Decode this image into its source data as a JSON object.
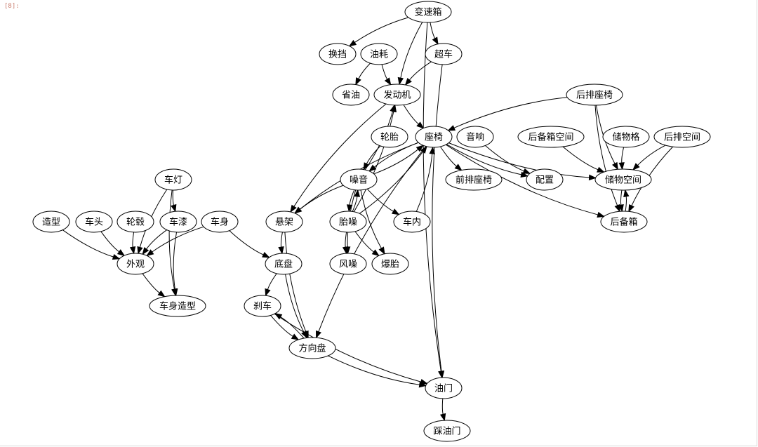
{
  "cell": {
    "prompt": "[8]:"
  },
  "diagram": {
    "nodes": [
      {
        "id": "biansuxiang",
        "label": "变速箱"
      },
      {
        "id": "huandang",
        "label": "换挡"
      },
      {
        "id": "youhao",
        "label": "油耗"
      },
      {
        "id": "chaoche",
        "label": "超车"
      },
      {
        "id": "shengyou",
        "label": "省油"
      },
      {
        "id": "fadongji",
        "label": "发动机"
      },
      {
        "id": "houpaizuoyi",
        "label": "后排座椅"
      },
      {
        "id": "luntai",
        "label": "轮胎"
      },
      {
        "id": "zuoyi",
        "label": "座椅"
      },
      {
        "id": "yinxiang",
        "label": "音响"
      },
      {
        "id": "houbeixiangkongjian",
        "label": "后备箱空间"
      },
      {
        "id": "chuwuge",
        "label": "储物格"
      },
      {
        "id": "houpaikongjian",
        "label": "后排空间"
      },
      {
        "id": "chedeng",
        "label": "车灯"
      },
      {
        "id": "zaoyin",
        "label": "噪音"
      },
      {
        "id": "qianpaizuoyi",
        "label": "前排座椅"
      },
      {
        "id": "peizhi",
        "label": "配置"
      },
      {
        "id": "chuwukongjian",
        "label": "储物空间"
      },
      {
        "id": "zaoxing",
        "label": "造型"
      },
      {
        "id": "chetou",
        "label": "车头"
      },
      {
        "id": "lungu",
        "label": "轮毂"
      },
      {
        "id": "chexi",
        "label": "车漆"
      },
      {
        "id": "cheshen",
        "label": "车身"
      },
      {
        "id": "xuanjia",
        "label": "悬架"
      },
      {
        "id": "taizao",
        "label": "胎噪"
      },
      {
        "id": "chenei",
        "label": "车内"
      },
      {
        "id": "houbeixiang",
        "label": "后备箱"
      },
      {
        "id": "waiguan",
        "label": "外观"
      },
      {
        "id": "dipan",
        "label": "底盘"
      },
      {
        "id": "fengzao",
        "label": "风噪"
      },
      {
        "id": "baotai",
        "label": "爆胎"
      },
      {
        "id": "cheshenzaoxing",
        "label": "车身造型"
      },
      {
        "id": "shache",
        "label": "刹车"
      },
      {
        "id": "fangxiangpan",
        "label": "方向盘"
      },
      {
        "id": "youmen",
        "label": "油门"
      },
      {
        "id": "caiyoumen",
        "label": "踩油门"
      }
    ],
    "edges": [
      {
        "from": "biansuxiang",
        "to": "huandang"
      },
      {
        "from": "biansuxiang",
        "to": "fadongji"
      },
      {
        "from": "biansuxiang",
        "to": "chaoche"
      },
      {
        "from": "biansuxiang",
        "to": "youmen"
      },
      {
        "from": "youhao",
        "to": "shengyou"
      },
      {
        "from": "youhao",
        "to": "fadongji"
      },
      {
        "from": "chaoche",
        "to": "fadongji"
      },
      {
        "from": "chaoche",
        "to": "youmen"
      },
      {
        "from": "fadongji",
        "to": "zuoyi"
      },
      {
        "from": "fadongji",
        "to": "xuanjia"
      },
      {
        "from": "houpaizuoyi",
        "to": "zuoyi"
      },
      {
        "from": "houpaizuoyi",
        "to": "chuwukongjian"
      },
      {
        "from": "houpaizuoyi",
        "to": "houbeixiang"
      },
      {
        "from": "luntai",
        "to": "zaoyin"
      },
      {
        "from": "zuoyi",
        "to": "zaoyin"
      },
      {
        "from": "zuoyi",
        "to": "qianpaizuoyi"
      },
      {
        "from": "zuoyi",
        "to": "peizhi"
      },
      {
        "from": "zuoyi",
        "to": "chuwukongjian"
      },
      {
        "from": "zuoyi",
        "to": "houbeixiang"
      },
      {
        "from": "zuoyi",
        "to": "xuanjia"
      },
      {
        "from": "zuoyi",
        "to": "fangxiangpan"
      },
      {
        "from": "yinxiang",
        "to": "peizhi"
      },
      {
        "from": "houbeixiangkongjian",
        "to": "chuwukongjian"
      },
      {
        "from": "chuwuge",
        "to": "chuwukongjian"
      },
      {
        "from": "houpaikongjian",
        "to": "chuwukongjian"
      },
      {
        "from": "houpaikongjian",
        "to": "houbeixiang"
      },
      {
        "from": "chuwukongjian",
        "to": "houbeixiang"
      },
      {
        "from": "houbeixiang",
        "to": "chuwukongjian"
      },
      {
        "from": "zaoyin",
        "to": "zuoyi"
      },
      {
        "from": "zaoyin",
        "to": "fadongji"
      },
      {
        "from": "zaoyin",
        "to": "xuanjia"
      },
      {
        "from": "zaoyin",
        "to": "taizao"
      },
      {
        "from": "zaoyin",
        "to": "fengzao"
      },
      {
        "from": "zaoyin",
        "to": "chenei"
      },
      {
        "from": "zaoyin",
        "to": "baotai"
      },
      {
        "from": "taizao",
        "to": "zaoyin"
      },
      {
        "from": "taizao",
        "to": "fadongji"
      },
      {
        "from": "taizao",
        "to": "zuoyi"
      },
      {
        "from": "taizao",
        "to": "fengzao"
      },
      {
        "from": "taizao",
        "to": "baotai"
      },
      {
        "from": "chenei",
        "to": "zuoyi"
      },
      {
        "from": "chedeng",
        "to": "chexi"
      },
      {
        "from": "chedeng",
        "to": "waiguan"
      },
      {
        "from": "chedeng",
        "to": "cheshenzaoxing"
      },
      {
        "from": "zaoxing",
        "to": "waiguan"
      },
      {
        "from": "chetou",
        "to": "waiguan"
      },
      {
        "from": "lungu",
        "to": "waiguan"
      },
      {
        "from": "chexi",
        "to": "waiguan"
      },
      {
        "from": "chexi",
        "to": "cheshenzaoxing"
      },
      {
        "from": "cheshen",
        "to": "waiguan"
      },
      {
        "from": "cheshen",
        "to": "dipan"
      },
      {
        "from": "waiguan",
        "to": "cheshenzaoxing"
      },
      {
        "from": "xuanjia",
        "to": "dipan"
      },
      {
        "from": "xuanjia",
        "to": "fangxiangpan"
      },
      {
        "from": "dipan",
        "to": "shache"
      },
      {
        "from": "dipan",
        "to": "fangxiangpan"
      },
      {
        "from": "shache",
        "to": "fangxiangpan"
      },
      {
        "from": "fangxiangpan",
        "to": "shache"
      },
      {
        "from": "shache",
        "to": "youmen"
      },
      {
        "from": "fangxiangpan",
        "to": "youmen"
      },
      {
        "from": "youmen",
        "to": "caiyoumen"
      }
    ]
  }
}
